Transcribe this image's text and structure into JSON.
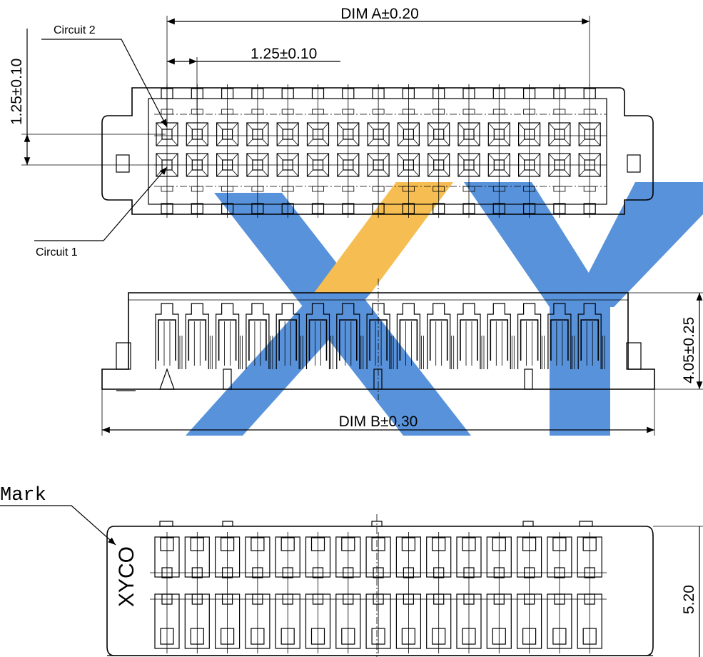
{
  "dimensions": {
    "dim_a": "DIM A±0.20",
    "pitch": "1.25±0.10",
    "row_pitch": "1.25±0.10",
    "dim_b": "DIM B±0.30",
    "height": "4.05±0.25",
    "width": "5.20"
  },
  "callouts": {
    "circuit_2": "Circuit 2",
    "circuit_1": "Circuit 1",
    "mark": "Mark"
  },
  "brand_mark": "XYCO",
  "watermark": {
    "blue": "#3b7fd4",
    "orange": "#f5b335"
  }
}
